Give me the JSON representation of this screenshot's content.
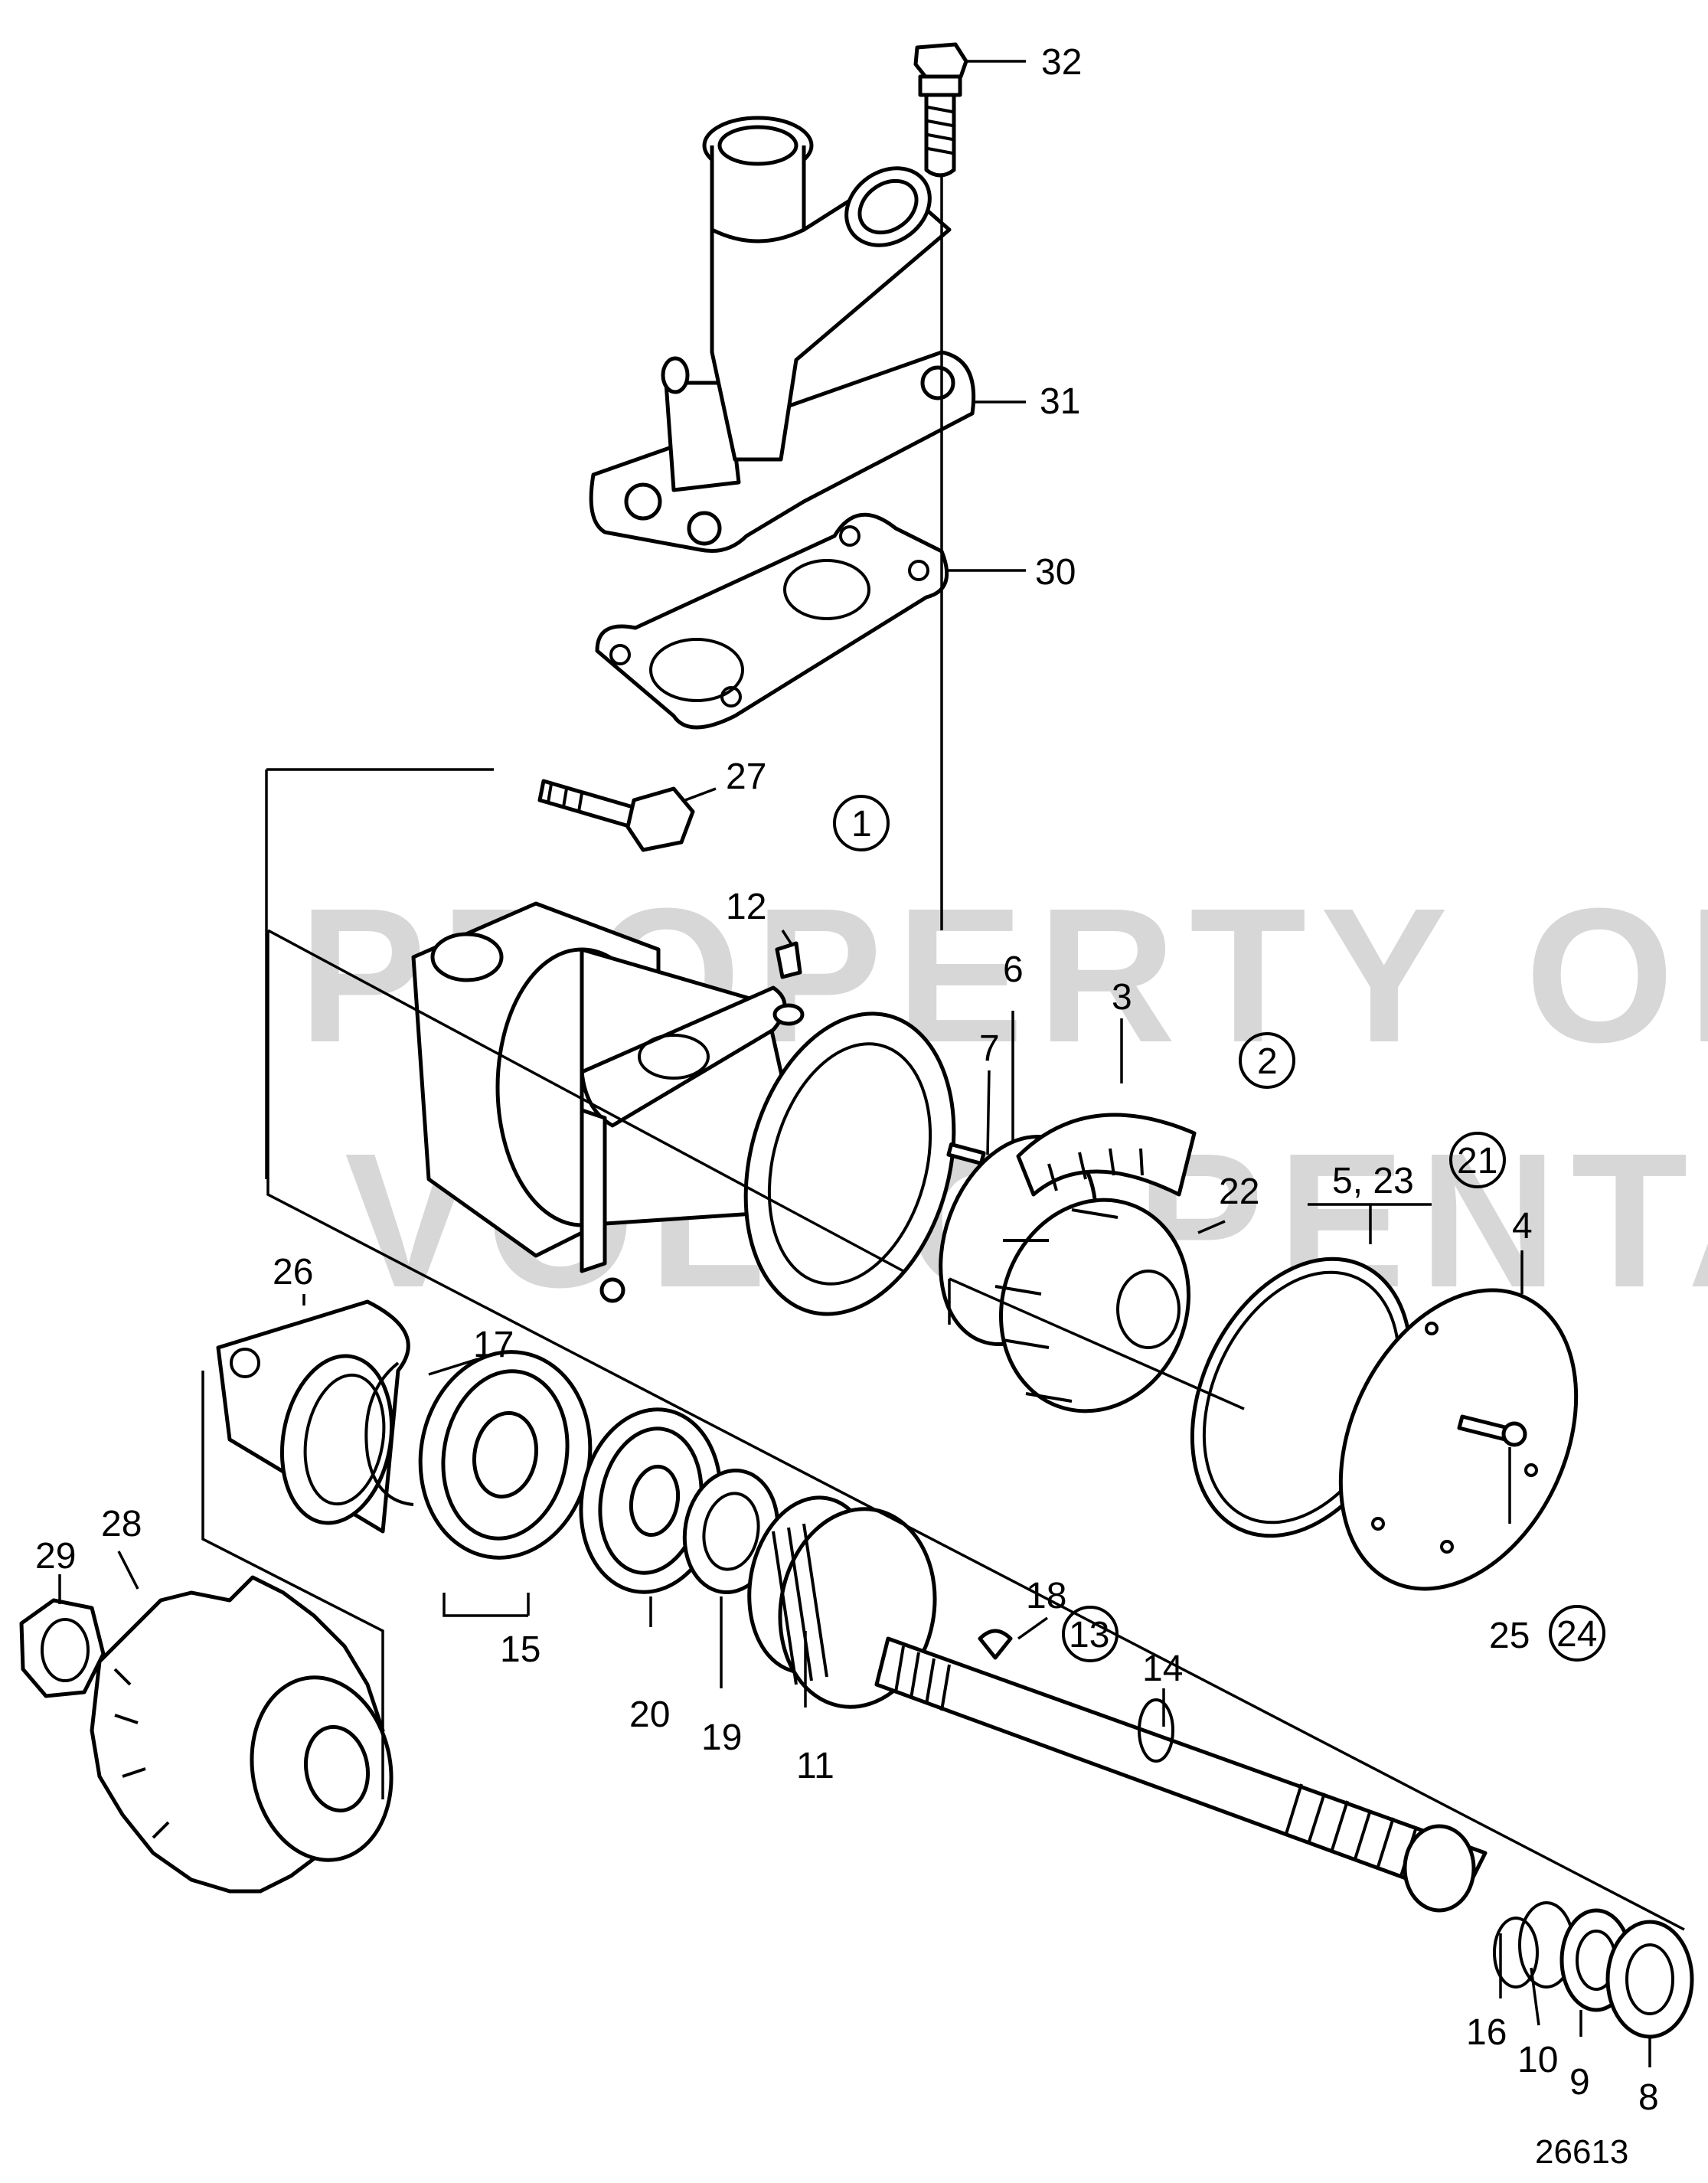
{
  "drawing_number": "26613",
  "watermark": {
    "line1": "PROPERTY OF",
    "line2": "VOLVO PENTA"
  },
  "callouts": [
    {
      "id": "c32",
      "text": "32"
    },
    {
      "id": "c31",
      "text": "31"
    },
    {
      "id": "c30",
      "text": "30"
    },
    {
      "id": "c27",
      "text": "27"
    },
    {
      "id": "c1",
      "text": "1"
    },
    {
      "id": "c12",
      "text": "12"
    },
    {
      "id": "c6",
      "text": "6"
    },
    {
      "id": "c3",
      "text": "3"
    },
    {
      "id": "c7",
      "text": "7"
    },
    {
      "id": "c2",
      "text": "2"
    },
    {
      "id": "c21",
      "text": "21"
    },
    {
      "id": "c22",
      "text": "22"
    },
    {
      "id": "c523",
      "text": "5, 23"
    },
    {
      "id": "c4",
      "text": "4"
    },
    {
      "id": "c26",
      "text": "26"
    },
    {
      "id": "c17",
      "text": "17"
    },
    {
      "id": "c29",
      "text": "29"
    },
    {
      "id": "c28",
      "text": "28"
    },
    {
      "id": "c15",
      "text": "15"
    },
    {
      "id": "c20",
      "text": "20"
    },
    {
      "id": "c19",
      "text": "19"
    },
    {
      "id": "c11",
      "text": "11"
    },
    {
      "id": "c18",
      "text": "18"
    },
    {
      "id": "c13",
      "text": "13"
    },
    {
      "id": "c14",
      "text": "14"
    },
    {
      "id": "c25",
      "text": "25"
    },
    {
      "id": "c24",
      "text": "24"
    },
    {
      "id": "c16",
      "text": "16"
    },
    {
      "id": "c10",
      "text": "10"
    },
    {
      "id": "c9",
      "text": "9"
    },
    {
      "id": "c8",
      "text": "8"
    }
  ]
}
